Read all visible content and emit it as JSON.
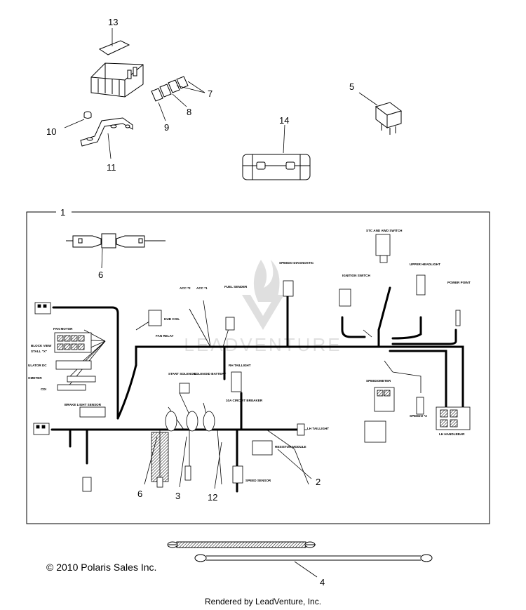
{
  "callouts": {
    "c13": "13",
    "c7": "7",
    "c8": "8",
    "c9": "9",
    "c10": "10",
    "c11": "11",
    "c5": "5",
    "c14": "14",
    "c1": "1",
    "c6a": "6",
    "c6b": "6",
    "c3": "3",
    "c12": "12",
    "c2": "2",
    "c4": "4"
  },
  "connector_labels": {
    "stc_switch": "STC AND AWD SWITCH",
    "speedo_diagnostic": "SPEEDO DIAGNOSTIC",
    "ignition_switch": "IGNITION SWITCH",
    "upper_headlight": "UPPER HEADLIGHT",
    "power_point": "POWER POINT",
    "fuel_sender": "FUEL SENDER",
    "acc2": "ACC *2",
    "acc1": "ACC *1",
    "hub_coil": "HUB COIL",
    "fan_relay": "FAN RELAY",
    "fan_motor": "FAN MOTOR",
    "block_view": "BLOCK VIEW",
    "block_view_stall": "STALL \"X\"",
    "regulator": "ULATOR DC",
    "ometer": "OMETER",
    "cdi": "CDI",
    "brake_light_sensor": "BRAKE LIGHT SENSOR",
    "start_solenoid": "START SOLENOID",
    "solenoid_battery": "SOLENOID BATTERY",
    "rh_taillight": "RH TAILLIGHT",
    "circuit_breaker": "10A CIRCUIT BREAKER",
    "lh_taillight": "LH TAILLIGHT",
    "resistor_module": "RESISTOR MODULE",
    "speed_sensor": "SPEED SENSOR",
    "speedometer": "SPEEDOMETER",
    "speedo2": "SPEEDO *2",
    "lh_handlebar": "LH HANDLEBAR"
  },
  "footer": {
    "copyright": "© 2010 Polaris Sales Inc.",
    "rendered_by": "Rendered by LeadVenture, Inc."
  },
  "watermark": "LEADVENTURE"
}
